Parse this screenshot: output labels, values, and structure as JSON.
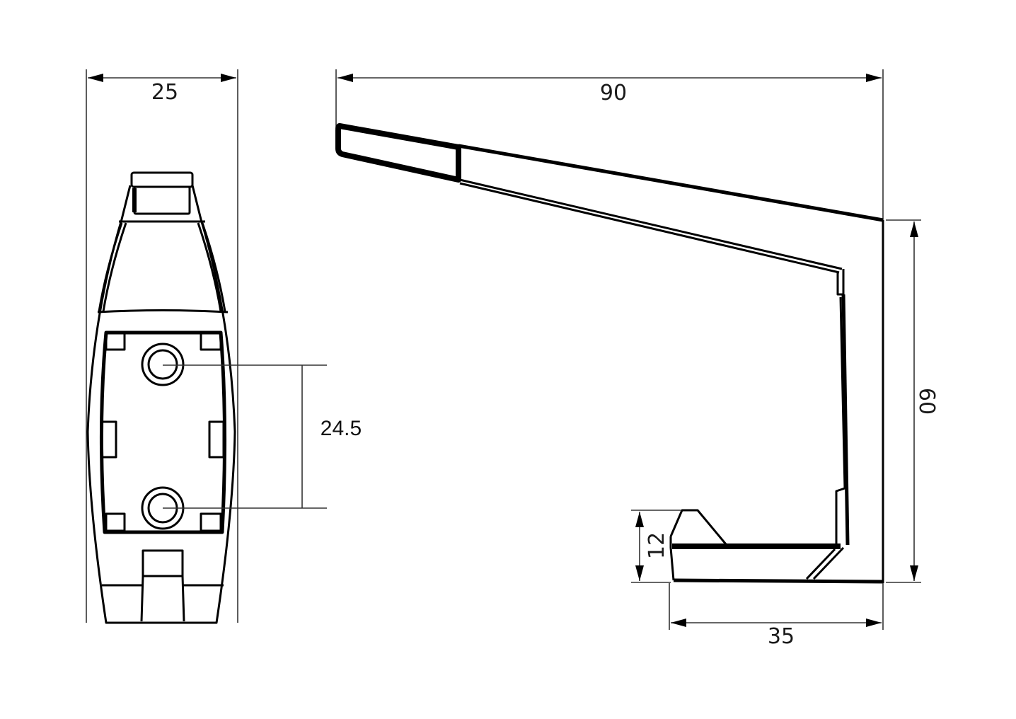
{
  "drawing": {
    "type": "technical-drawing",
    "views": [
      "front-view",
      "side-view"
    ],
    "line_color": "#000000",
    "background": "#ffffff"
  },
  "front_view": {
    "dimensions": {
      "width": "25",
      "hole_spacing": "24.5"
    },
    "features": [
      "top-tab",
      "tapered-upper-face",
      "mounting-plate",
      "mounting-hole-top",
      "mounting-hole-bottom",
      "side-clips",
      "bottom-tab"
    ]
  },
  "side_view": {
    "dimensions": {
      "length": "90",
      "height": "60",
      "base_depth": "35",
      "lip_height": "12"
    },
    "features": [
      "arm-tip-pad",
      "sloped-arm",
      "vertical-back",
      "base-tray",
      "front-lip"
    ]
  }
}
